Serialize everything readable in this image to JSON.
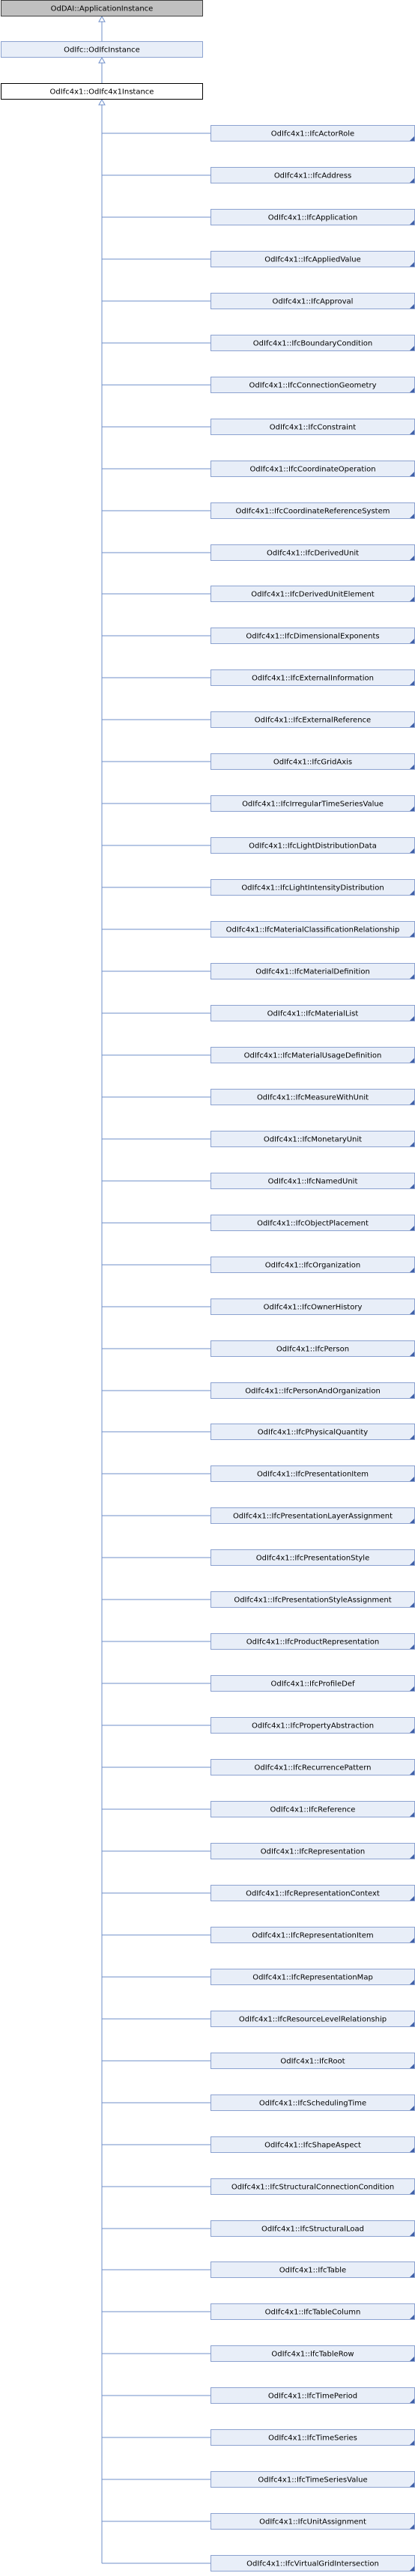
{
  "ancestors": [
    "OdDAI::ApplicationInstance",
    "OdIfc::OdIfcInstance",
    "OdIfc4x1::OdIfc4x1Instance"
  ],
  "children": [
    "OdIfc4x1::IfcActorRole",
    "OdIfc4x1::IfcAddress",
    "OdIfc4x1::IfcApplication",
    "OdIfc4x1::IfcAppliedValue",
    "OdIfc4x1::IfcApproval",
    "OdIfc4x1::IfcBoundaryCondition",
    "OdIfc4x1::IfcConnectionGeometry",
    "OdIfc4x1::IfcConstraint",
    "OdIfc4x1::IfcCoordinateOperation",
    "OdIfc4x1::IfcCoordinateReferenceSystem",
    "OdIfc4x1::IfcDerivedUnit",
    "OdIfc4x1::IfcDerivedUnitElement",
    "OdIfc4x1::IfcDimensionalExponents",
    "OdIfc4x1::IfcExternalInformation",
    "OdIfc4x1::IfcExternalReference",
    "OdIfc4x1::IfcGridAxis",
    "OdIfc4x1::IfcIrregularTimeSeriesValue",
    "OdIfc4x1::IfcLightDistributionData",
    "OdIfc4x1::IfcLightIntensityDistribution",
    "OdIfc4x1::IfcMaterialClassificationRelationship",
    "OdIfc4x1::IfcMaterialDefinition",
    "OdIfc4x1::IfcMaterialList",
    "OdIfc4x1::IfcMaterialUsageDefinition",
    "OdIfc4x1::IfcMeasureWithUnit",
    "OdIfc4x1::IfcMonetaryUnit",
    "OdIfc4x1::IfcNamedUnit",
    "OdIfc4x1::IfcObjectPlacement",
    "OdIfc4x1::IfcOrganization",
    "OdIfc4x1::IfcOwnerHistory",
    "OdIfc4x1::IfcPerson",
    "OdIfc4x1::IfcPersonAndOrganization",
    "OdIfc4x1::IfcPhysicalQuantity",
    "OdIfc4x1::IfcPresentationItem",
    "OdIfc4x1::IfcPresentationLayerAssignment",
    "OdIfc4x1::IfcPresentationStyle",
    "OdIfc4x1::IfcPresentationStyleAssignment",
    "OdIfc4x1::IfcProductRepresentation",
    "OdIfc4x1::IfcProfileDef",
    "OdIfc4x1::IfcPropertyAbstraction",
    "OdIfc4x1::IfcRecurrencePattern",
    "OdIfc4x1::IfcReference",
    "OdIfc4x1::IfcRepresentation",
    "OdIfc4x1::IfcRepresentationContext",
    "OdIfc4x1::IfcRepresentationItem",
    "OdIfc4x1::IfcRepresentationMap",
    "OdIfc4x1::IfcResourceLevelRelationship",
    "OdIfc4x1::IfcRoot",
    "OdIfc4x1::IfcSchedulingTime",
    "OdIfc4x1::IfcShapeAspect",
    "OdIfc4x1::IfcStructuralConnectionCondition",
    "OdIfc4x1::IfcStructuralLoad",
    "OdIfc4x1::IfcTable",
    "OdIfc4x1::IfcTableColumn",
    "OdIfc4x1::IfcTableRow",
    "OdIfc4x1::IfcTimePeriod",
    "OdIfc4x1::IfcTimeSeries",
    "OdIfc4x1::IfcTimeSeriesValue",
    "OdIfc4x1::IfcUnitAssignment",
    "OdIfc4x1::IfcVirtualGridIntersection"
  ],
  "colors": {
    "edge": "#6f8fc9",
    "node_fill": "#e8eef8",
    "node_border": "#8ca2d0",
    "root_fill": "#c0c0c0",
    "root_border": "#404040",
    "focus_fill": "#ffffff",
    "focus_border": "#000000",
    "corner_mark": "#4060a8",
    "text": "#000000"
  }
}
